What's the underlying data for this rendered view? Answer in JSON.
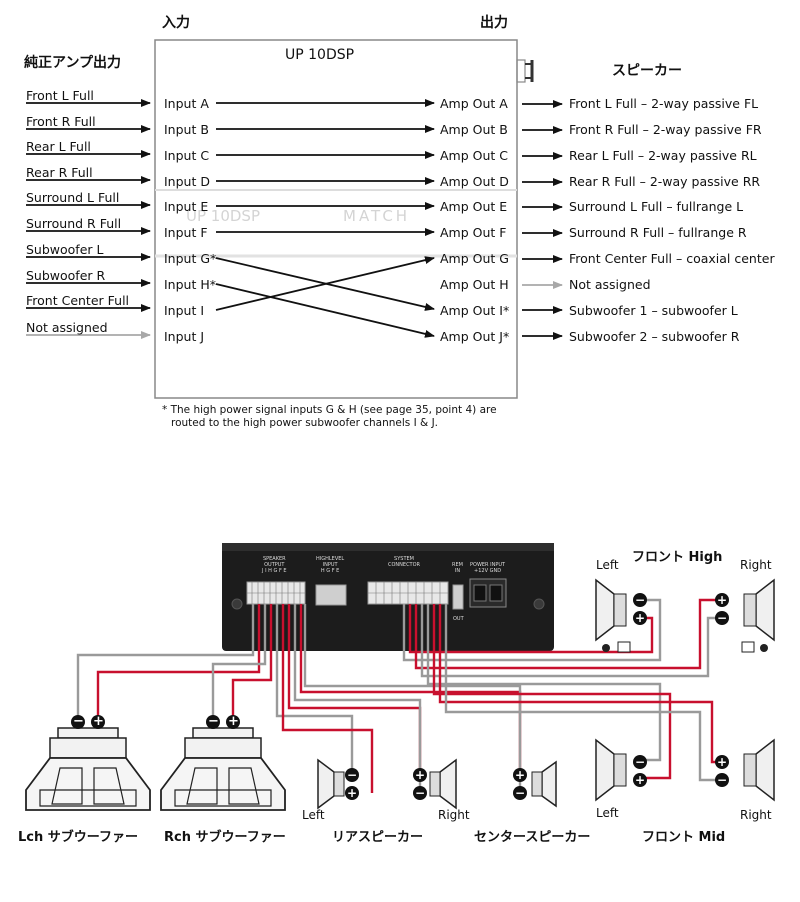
{
  "top": {
    "input_header": "入力",
    "output_header": "出力",
    "oem_header": "純正アンプ出力",
    "speaker_header": "スピーカー",
    "unit_title": "UP 10DSP",
    "watermark_model": "UP 10DSP",
    "watermark_brand": "MATCH",
    "sources": [
      "Front L Full",
      "Front R Full",
      "Rear L Full",
      "Rear R Full",
      "Surround L Full",
      "Surround R Full",
      "Subwoofer L",
      "Subwoofer R",
      "Front Center Full",
      "Not assigned"
    ],
    "inputs": [
      "Input A",
      "Input B",
      "Input C",
      "Input D",
      "Input E",
      "Input F",
      "Input G*",
      "Input H*",
      "Input I",
      "Input J"
    ],
    "amp_outs": [
      "Amp Out A",
      "Amp Out B",
      "Amp Out C",
      "Amp Out D",
      "Amp Out E",
      "Amp Out F",
      "Amp Out G",
      "Amp Out H",
      "Amp Out I*",
      "Amp Out J*"
    ],
    "speakers": [
      "Front L Full – 2-way passive FL",
      "Front R Full – 2-way passive FR",
      "Rear L Full – 2-way passive RL",
      "Rear R Full – 2-way passive RR",
      "Surround L Full – fullrange L",
      "Surround R Full – fullrange R",
      "Front Center Full – coaxial center",
      "Not assigned",
      "Subwoofer 1 – subwoofer L",
      "Subwoofer 2 – subwoofer R"
    ],
    "footnote_line1": "* The high power signal inputs G & H (see page 35, point 4) are",
    "footnote_line2": "routed to the high power subwoofer channels I & J."
  },
  "bottom": {
    "panel": {
      "speaker_output": "SPEAKER",
      "speaker_output2": "OUTPUT",
      "speaker_letters": "J I H G F E",
      "highlevel": "HIGHLEVEL",
      "highlevel2": "INPUT",
      "highlevel_letters": "H G F E",
      "system": "SYSTEM",
      "system2": "CONNECTOR",
      "rem": "REM",
      "rem2": "IN",
      "power": "POWER INPUT",
      "power2": "+12V  GND",
      "out": "OUT"
    },
    "front_high_label": "フロント High",
    "front_mid_label": "フロント Mid",
    "left": "Left",
    "right": "Right",
    "rear_left": "Left",
    "rear_right": "Right",
    "lch_sub": "Lch サブウーファー",
    "rch_sub": "Rch サブウーファー",
    "rear_speaker": "リアスピーカー",
    "center_speaker": "センタースピーカー",
    "minus": "−",
    "plus": "+",
    "colors": {
      "red_wire": "#c8102e",
      "grey_wire": "#9a9a9a",
      "unit_body": "#1c1c1c"
    }
  }
}
